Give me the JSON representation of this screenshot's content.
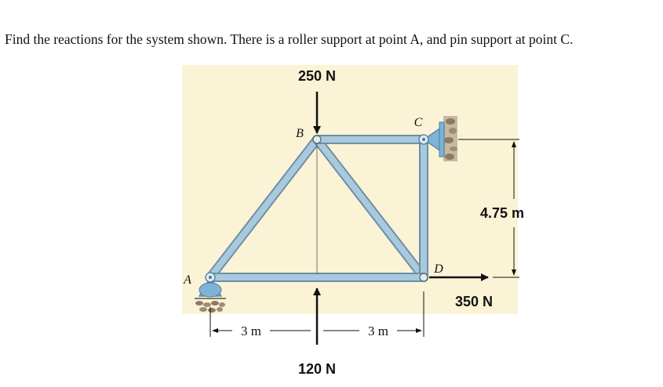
{
  "problem": {
    "statement": "Find the reactions for the system shown. There is a roller support at point A, and pin support at point C."
  },
  "figure": {
    "background_color": "#fbf3d6",
    "member_color": "#a9c9dd",
    "member_edge_color": "#6c8fa6",
    "support_color": "#7fb3d6",
    "points": {
      "a": "A",
      "b": "B",
      "c": "C",
      "d": "D"
    },
    "loads": {
      "top": "250 N",
      "bottom": "120 N",
      "right": "350 N"
    },
    "dimensions": {
      "left_span": "3 m",
      "right_span": "3 m",
      "height": "4.75 m"
    },
    "supports": {
      "a_icon": "roller-support-icon",
      "c_icon": "pin-support-icon"
    }
  }
}
